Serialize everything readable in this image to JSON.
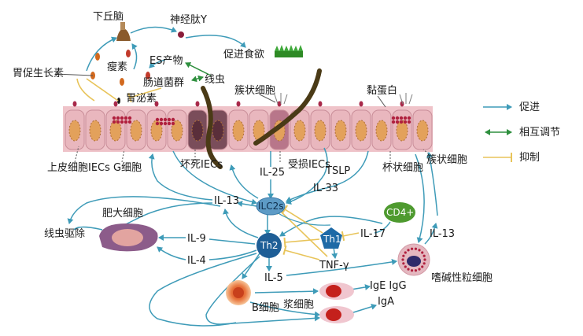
{
  "labels": {
    "hypothalamus": "下丘脑",
    "npy": "神经肽Y",
    "promote_appetite": "促进食欲",
    "ghrelin": "胃促生长素",
    "leptin": "瘦素",
    "es_products": "ES产物",
    "gut_flora": "肠道菌群",
    "helminth": "线虫",
    "gastrin": "胃泌素",
    "tuft_cell_top": "簇状细胞",
    "mucin": "黏蛋白",
    "epithelial": "上皮细胞IECs",
    "g_cell": "G细胞",
    "necrotic": "坏死IECs",
    "il25": "IL-25",
    "damaged": "受损IECs",
    "tslp": "TSLP",
    "goblet": "杯状细胞",
    "tuft_cell_right": "簇状细胞",
    "il33": "IL-33",
    "il13_top": "IL-13",
    "ilc2s": "ILC2s",
    "cd4": "CD4+",
    "mast_cell": "肥大细胞",
    "helminth_expulsion": "线虫驱除",
    "il9": "IL-9",
    "th2": "Th2",
    "th1": "Th1",
    "il17": "IL-17",
    "il13_right": "IL-13",
    "il4": "IL-4",
    "tnf": "TNF-γ",
    "il5": "IL-5",
    "eosinophil": "嗜碱性粒细胞",
    "ige_igg": "IgE IgG",
    "b_cell": "B细胞",
    "plasma": "浆细胞",
    "iga": "IgA"
  },
  "legend": {
    "promote": "促进",
    "mutual": "相互调节",
    "inhibit": "抑制"
  },
  "colors": {
    "promote": "#3e9bb8",
    "mutual": "#2e8f3e",
    "inhibit": "#e8c45a",
    "epithelium": "#e9b7be",
    "nucleus": "#e3a15b",
    "th2": "#1e5e96",
    "ilc2": "#5d9bc6",
    "cd4": "#4e9a2f",
    "mast": "#8c5c8a",
    "eosinophil": "#e4b8c0"
  }
}
